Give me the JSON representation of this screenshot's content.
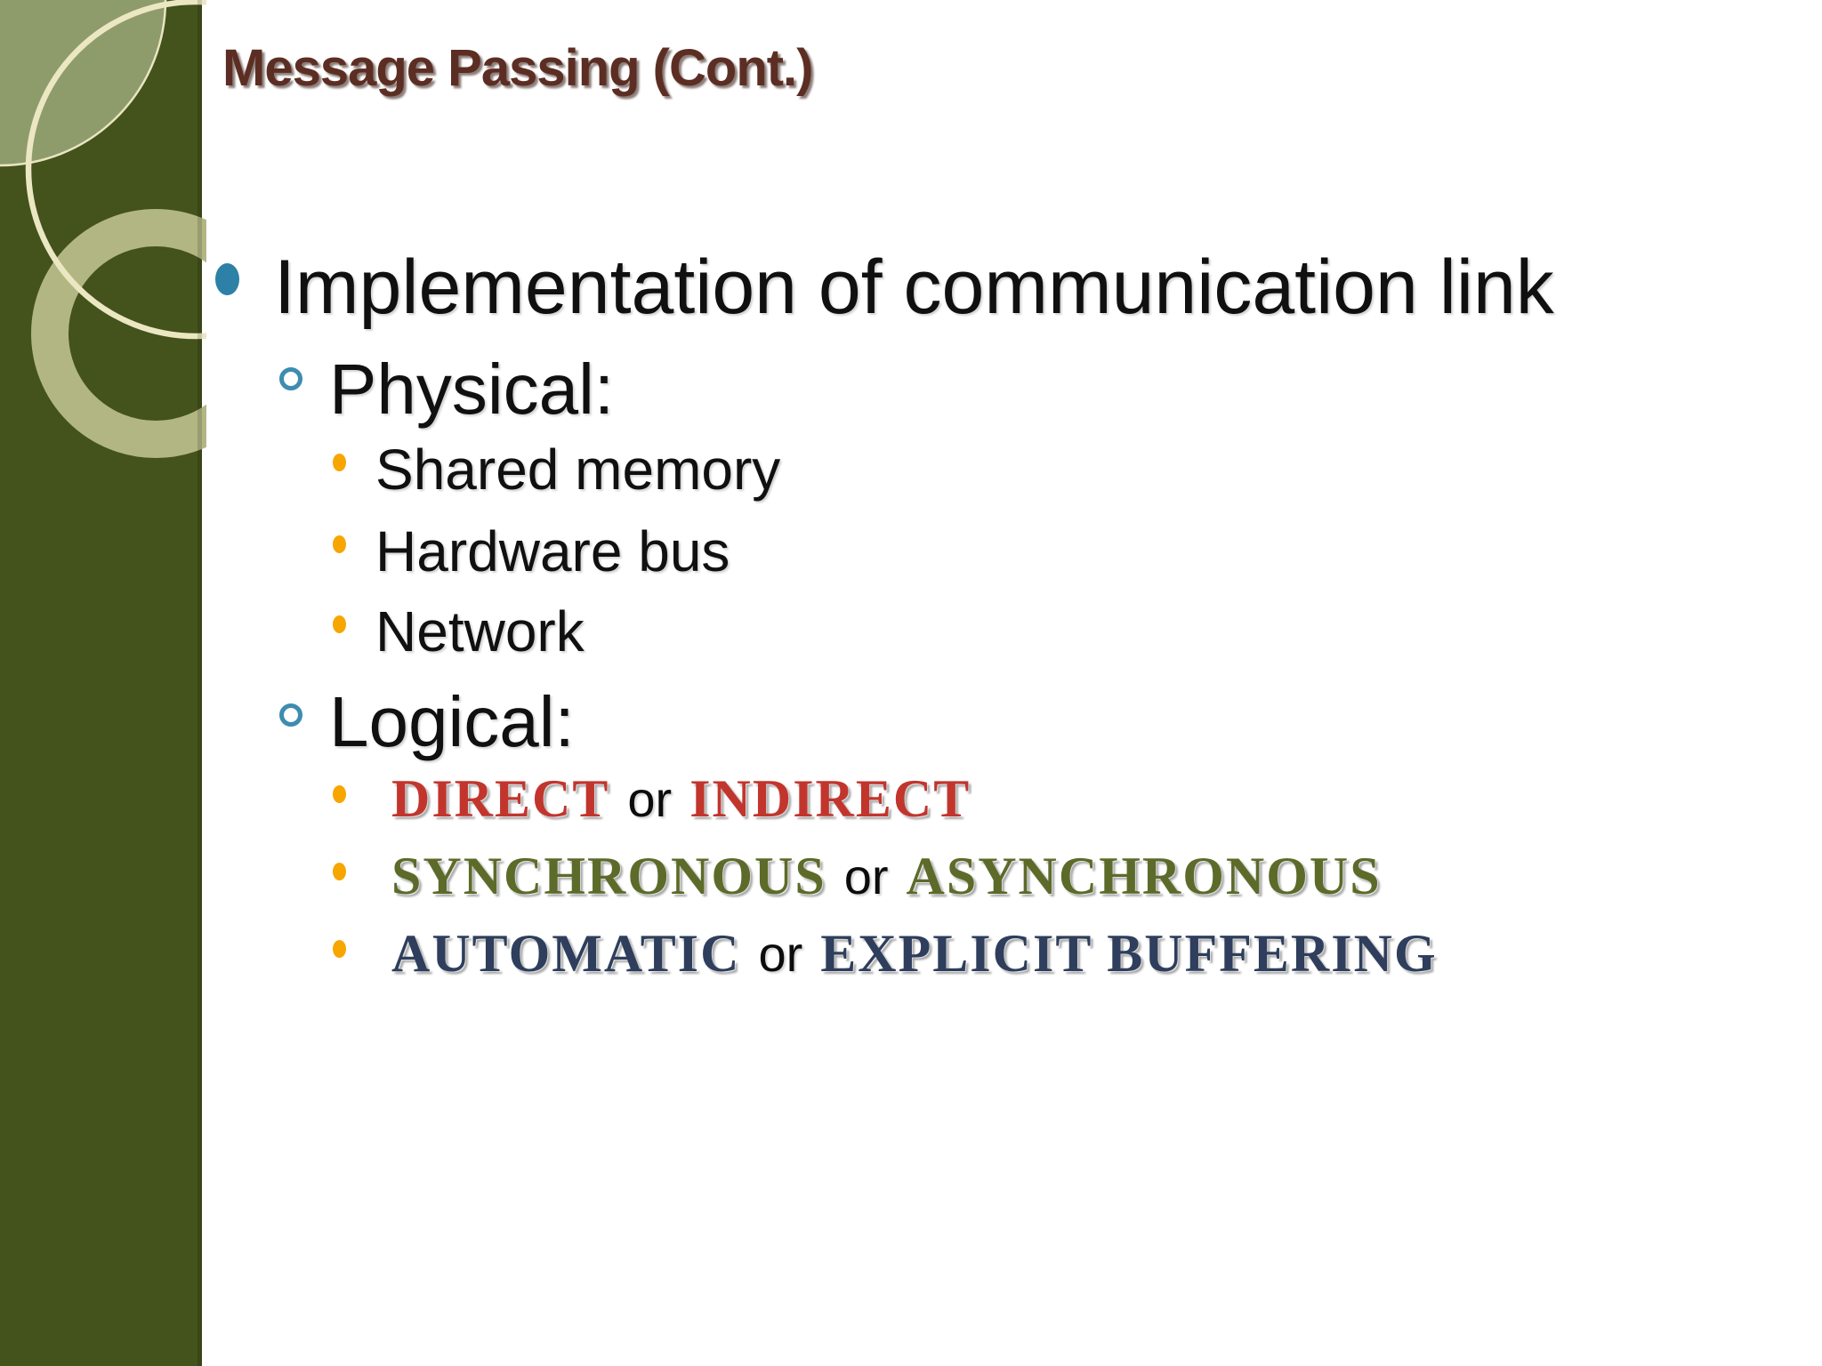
{
  "title": "Message Passing (Cont.)",
  "colors": {
    "sidebar_green": "#44521c",
    "sidebar_disc_light": "#8e9c6b",
    "sidebar_ring_khaki": "#b2b683",
    "sidebar_thin_circle_cream": "#ece7c3",
    "title_maroon": "#5c2e23",
    "bullet_teal": "#2d80a6",
    "bullet_ring_teal": "#3e8cb0",
    "bullet_orange": "#f7a600",
    "direct_red": "#c2352d",
    "synchronous_olive": "#5c6b29",
    "automatic_navy": "#2e3e5c",
    "body_text": "#101010"
  },
  "bullets": {
    "level1": "Implementation of communication link",
    "physical": {
      "label": "Physical:",
      "items": [
        "Shared memory",
        "Hardware bus",
        "Network"
      ]
    },
    "logical": {
      "label": "Logical:",
      "items": [
        {
          "first": "DIRECT",
          "conj": "or",
          "second": "INDIRECT",
          "color": "#c2352d"
        },
        {
          "first": "SYNCHRONOUS",
          "conj": "or",
          "second": "ASYNCHRONOUS",
          "color": "#5c6b29"
        },
        {
          "first": "AUTOMATIC",
          "conj": "or",
          "second": "EXPLICIT BUFFERING",
          "color": "#2e3e5c"
        }
      ]
    }
  }
}
